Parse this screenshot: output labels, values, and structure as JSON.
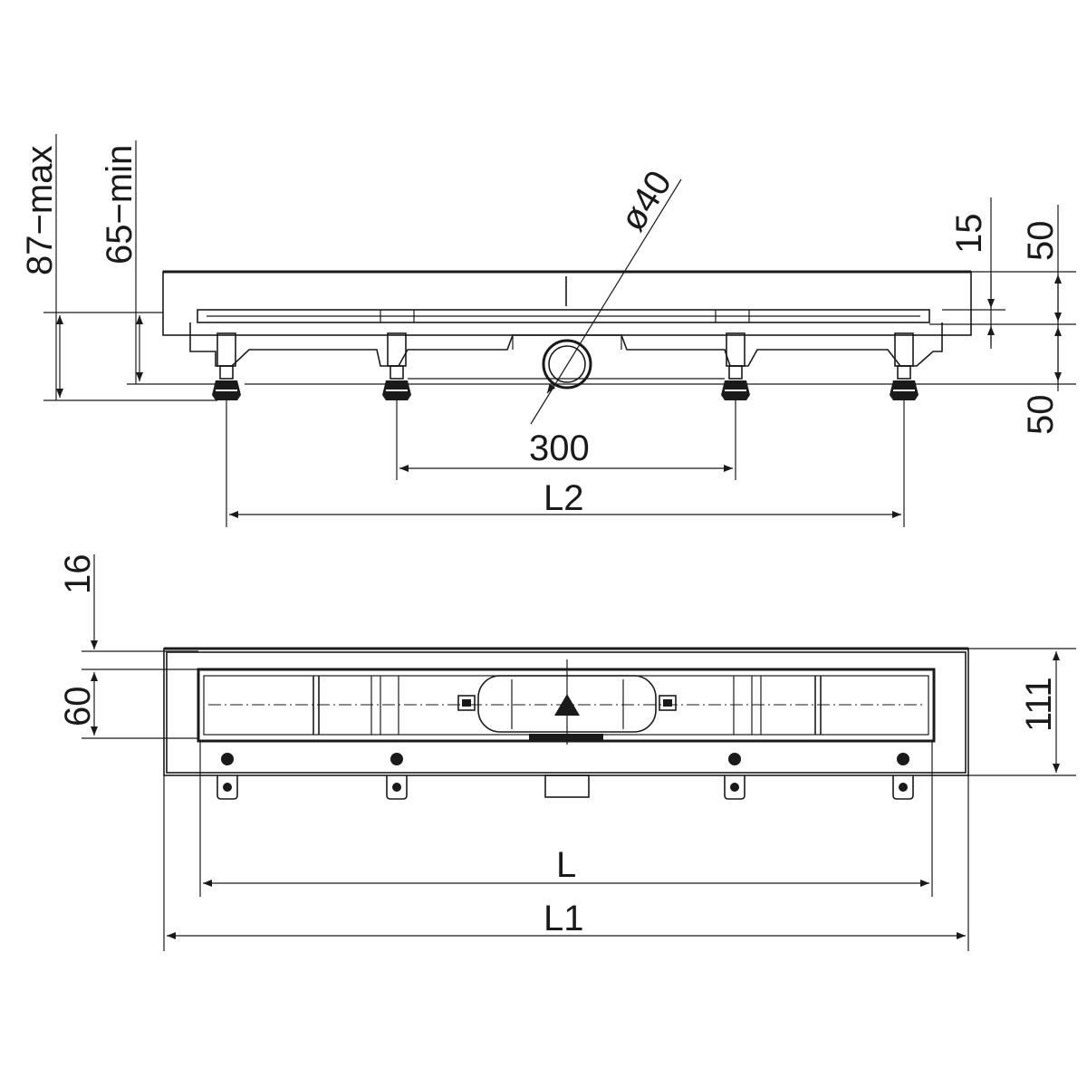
{
  "side_view": {
    "dim_87_max": "87−max",
    "dim_65_min": "65−min",
    "dim_diameter": "ø40",
    "dim_15": "15",
    "dim_50_top": "50",
    "dim_50_bottom": "50",
    "dim_300": "300",
    "dim_L2": "L2"
  },
  "top_view": {
    "dim_16": "16",
    "dim_60": "60",
    "dim_111": "111",
    "dim_L": "L",
    "dim_L1": "L1"
  },
  "colors": {
    "line": "#1a1a1a",
    "background": "#ffffff"
  }
}
